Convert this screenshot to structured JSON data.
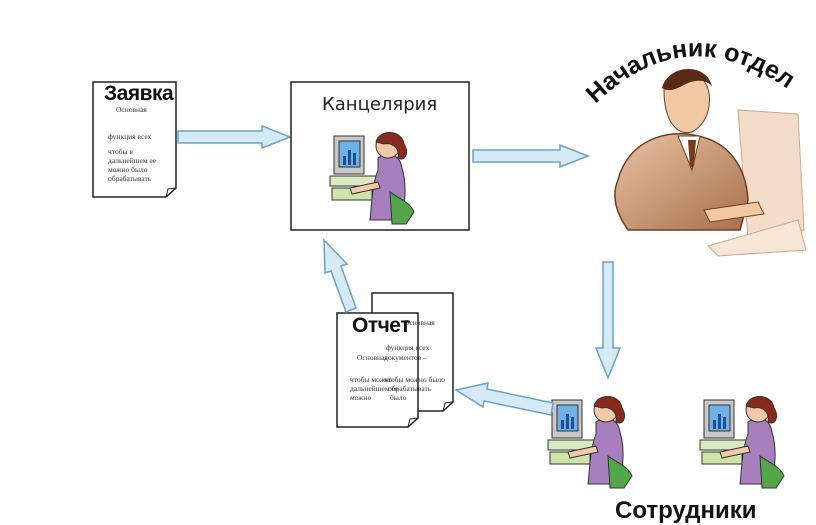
{
  "request_doc": {
    "title": "Заявка",
    "lines": [
      "Основная",
      "функция всех",
      "чтобы в",
      "дальнейшем ее",
      "можно было",
      "обрабатывать"
    ]
  },
  "office": {
    "title": "Канцелярия"
  },
  "manager": {
    "title": "Начальник отдела"
  },
  "report_doc": {
    "title": "Отчет",
    "back_lines": [
      "Основная",
      "функция всех",
      "документов –",
      "чтобы можно было",
      "обрабатывать",
      "было"
    ],
    "front_lines": [
      "Основная",
      "чтобы можно",
      "дальнейшем ее",
      "можно"
    ]
  },
  "staff": {
    "label": "Сотрудники"
  },
  "colors": {
    "arrow_fill": "#d6eaf5",
    "arrow_stroke": "#6aa3c4"
  }
}
